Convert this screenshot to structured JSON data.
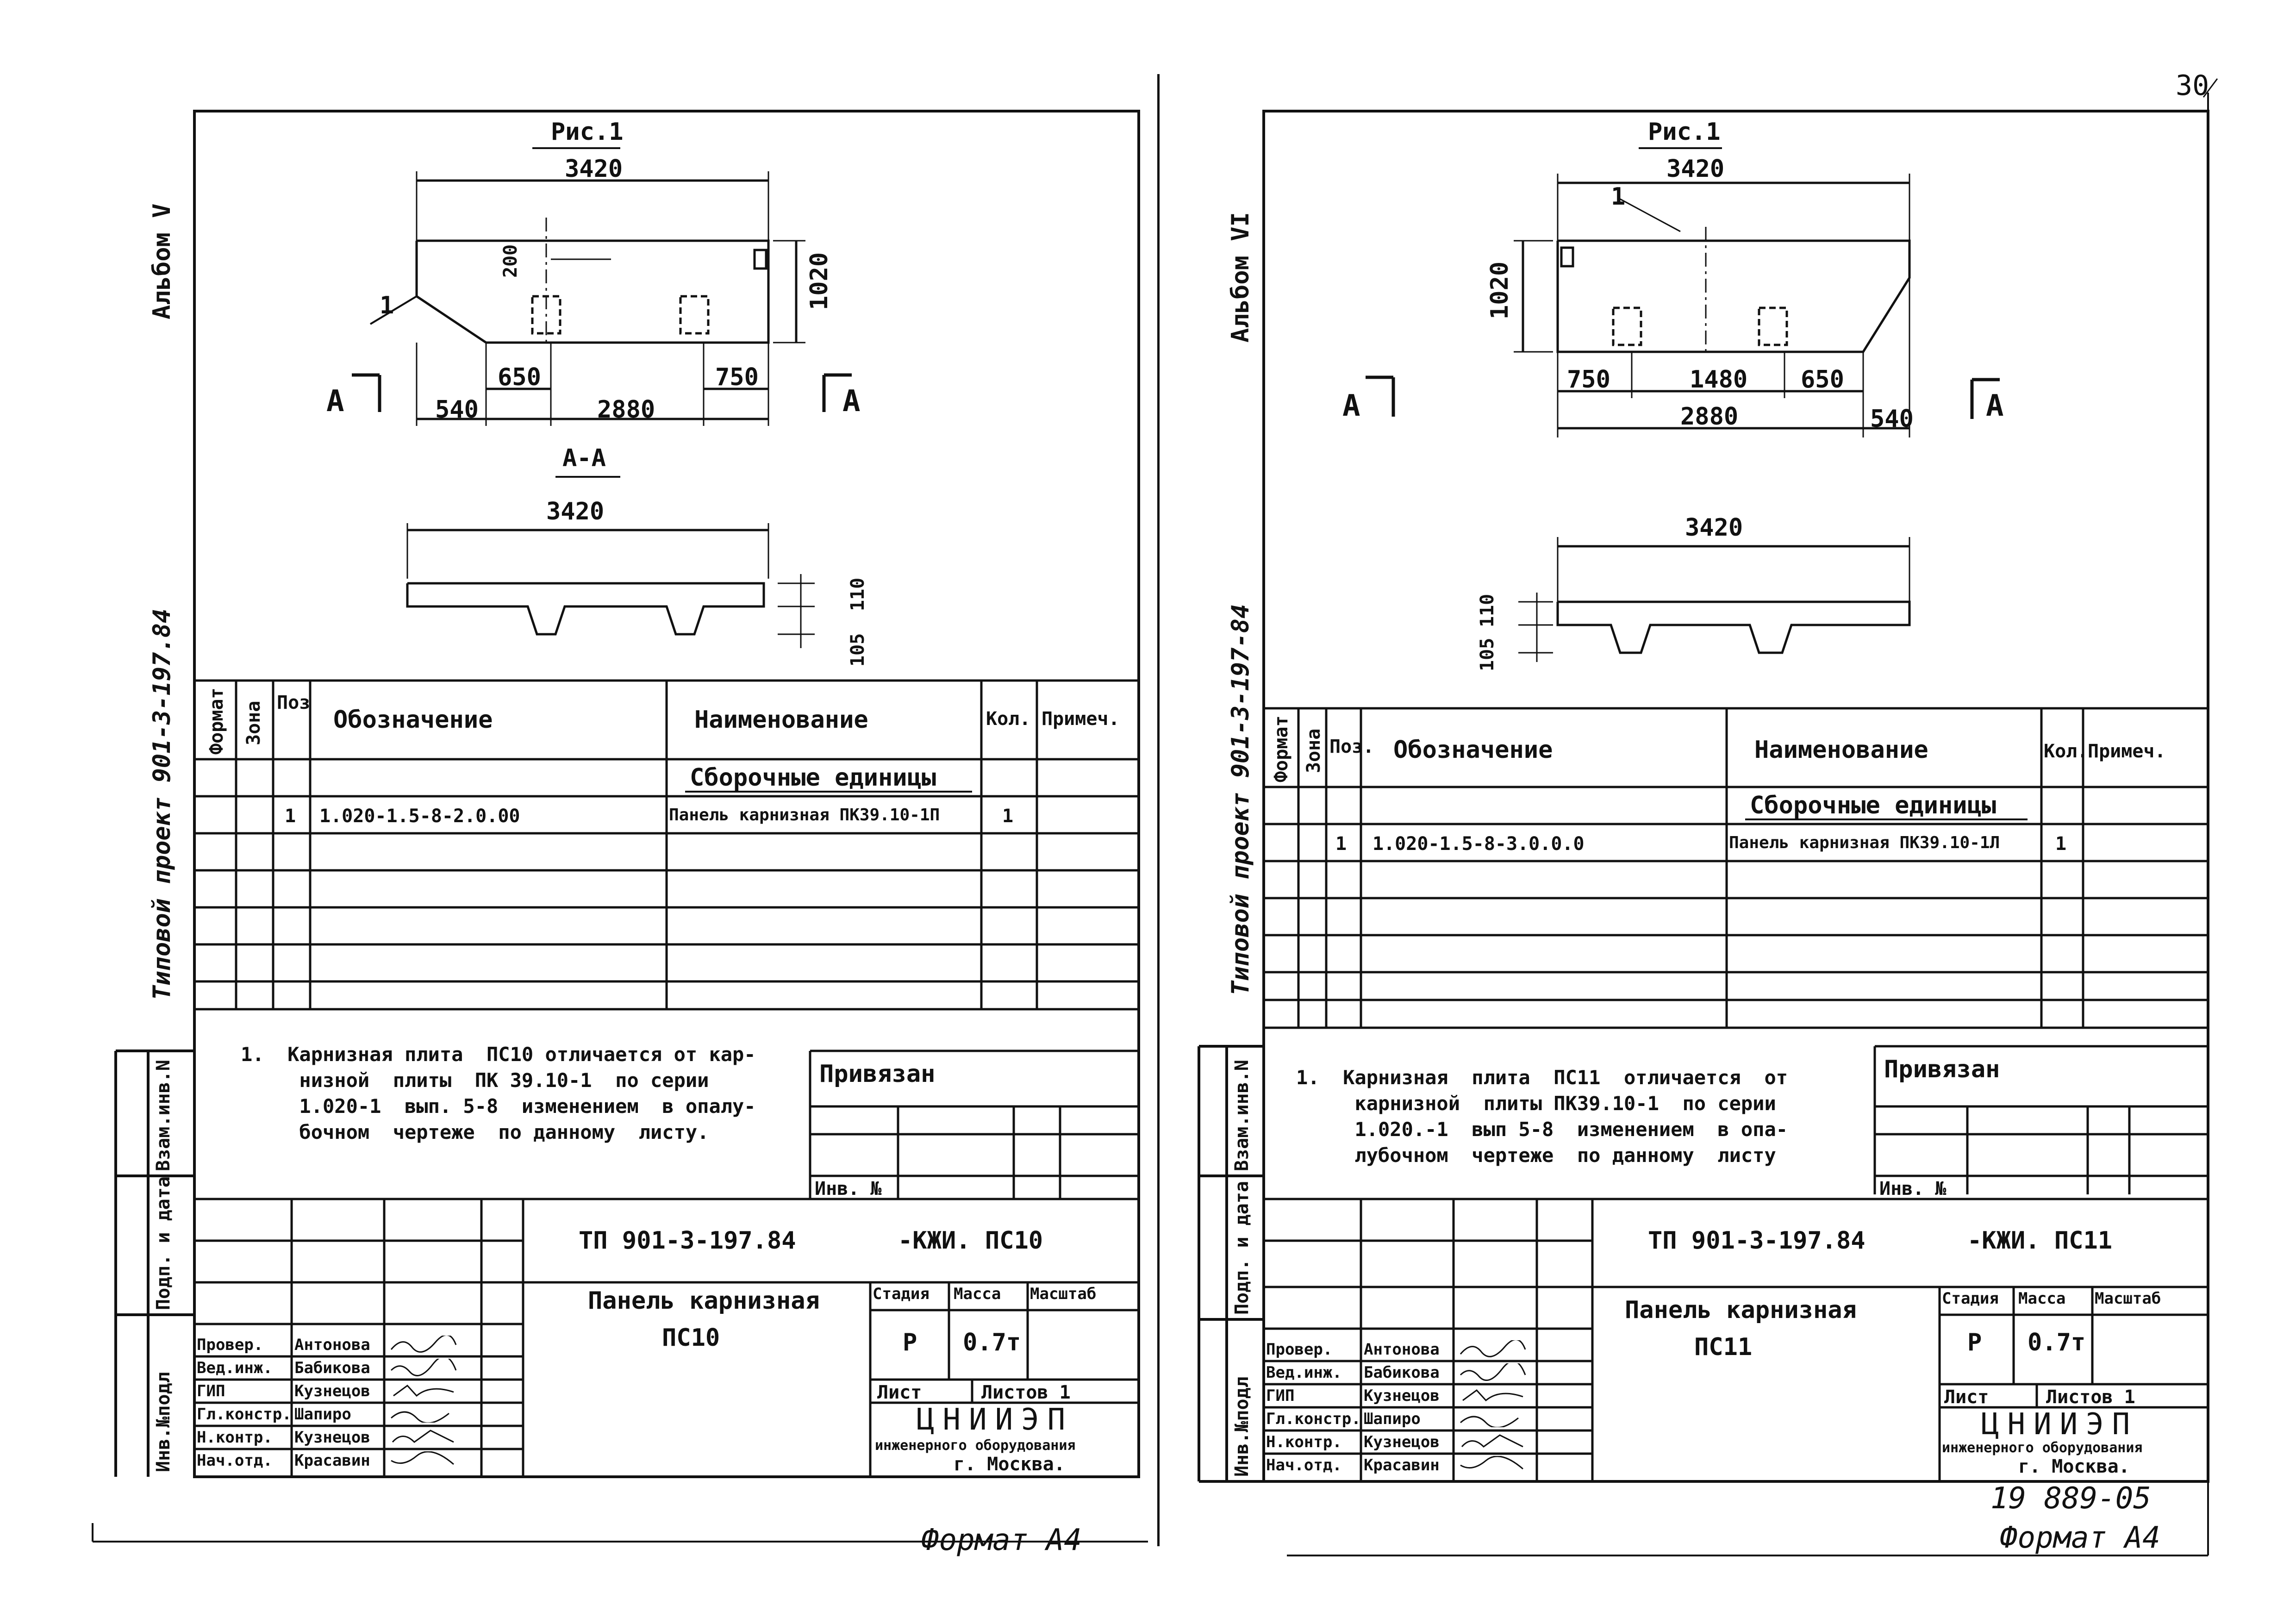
{
  "page_number": "30",
  "archive_number": "19 889-05",
  "sheets": [
    {
      "album": "Альбом V",
      "project": "Типовой  проект 901-3-197.84",
      "figure": "Рис.1",
      "section": "А-А",
      "callout": "1",
      "section_mark": "А",
      "dims": {
        "len": "3420",
        "h": "1020",
        "top": "200",
        "a": "540",
        "b": "650",
        "c": "2880",
        "d": "750",
        "sec_len": "3420",
        "s1": "110",
        "s2": "105"
      },
      "spec_headers": [
        "Формат",
        "Зона",
        "Поз",
        "Обозначение",
        "Наименование",
        "Кол.",
        "Примеч."
      ],
      "spec_section": "Сборочные единицы",
      "spec_row": {
        "pos": "1",
        "designation": "1.020-1.5-8-2.0.00",
        "name": "Панель карнизная ПК39.10-1П",
        "qty": "1"
      },
      "note": "1.  Карнизная плита  ПС10 отличается от кар-\n     низной  плиты  ПК 39.10-1  по серии\n     1.020-1  вып. 5-8  изменением  в опалу-\n     бочном  чертеже  по данному  листу.",
      "side_labels": [
        "Взам.инв.N",
        "Подп. и дата",
        "Инв.№подл"
      ],
      "bound": "Привязан",
      "inv": "Инв. №",
      "code": "ТП 901-3-197.84",
      "code2": "-КЖИ. ПС10",
      "title": "Панель карнизная",
      "title2": "ПС10",
      "stage_h": "Стадия",
      "mass_h": "Масса",
      "scale_h": "Масштаб",
      "stage": "Р",
      "mass": "0.7т",
      "list": "Лист",
      "lists": "Листов 1",
      "roles": [
        "Провер.",
        "Вед.инж.",
        "ГИП",
        "Гл.констр.",
        "Н.контр.",
        "Нач.отд."
      ],
      "names": [
        "Антонова",
        "Бабикова",
        "Кузнецов",
        "Шапиро",
        "Кузнецов",
        "Красавин"
      ],
      "org": "ЦНИИЭП",
      "org2": "инженерного оборудования",
      "city": "г. Москва.",
      "format": "Формат А4"
    },
    {
      "album": "Альбом VI",
      "project": "Типовой  проект 901-3-197-84",
      "figure": "Рис.1",
      "section": "",
      "callout": "1",
      "section_mark": "А",
      "dims": {
        "len": "3420",
        "h": "1020",
        "a": "750",
        "b": "1480",
        "c": "650",
        "d": "2880",
        "e": "540",
        "sec_len": "3420",
        "s1": "110",
        "s2": "105"
      },
      "spec_headers": [
        "Формат",
        "Зона",
        "Поз.",
        "Обозначение",
        "Наименование",
        "Кол.",
        "Примеч."
      ],
      "spec_section": "Сборочные единицы",
      "spec_row": {
        "pos": "1",
        "designation": "1.020-1.5-8-3.0.0.0",
        "name": "Панель карнизная ПК39.10-1Л",
        "qty": "1"
      },
      "note": "1.  Карнизная  плита  ПС11  отличается  от\n     карнизной  плиты ПК39.10-1  по серии\n     1.020.-1  вып 5-8  изменением  в опа-\n     лубочном  чертеже  по данному  листу",
      "side_labels": [
        "Взам.инв.N",
        "Подп. и дата",
        "Инв.№подл"
      ],
      "bound": "Привязан",
      "inv": "Инв. №",
      "code": "ТП 901-3-197.84",
      "code2": "-КЖИ. ПС11",
      "title": "Панель  карнизная",
      "title2": "ПС11",
      "stage_h": "Стадия",
      "mass_h": "Масса",
      "scale_h": "Масштаб",
      "stage": "Р",
      "mass": "0.7т",
      "list": "Лист",
      "lists": "Листов 1",
      "roles": [
        "Провер.",
        "Вед.инж.",
        "ГИП",
        "Гл.констр.",
        "Н.контр.",
        "Нач.отд."
      ],
      "names": [
        "Антонова",
        "Бабикова",
        "Кузнецов",
        "Шапиро",
        "Кузнецов",
        "Красавин"
      ],
      "org": "ЦНИИЭП",
      "org2": "инженерного оборудования",
      "city": "г. Москва.",
      "format": "Формат А4"
    }
  ]
}
